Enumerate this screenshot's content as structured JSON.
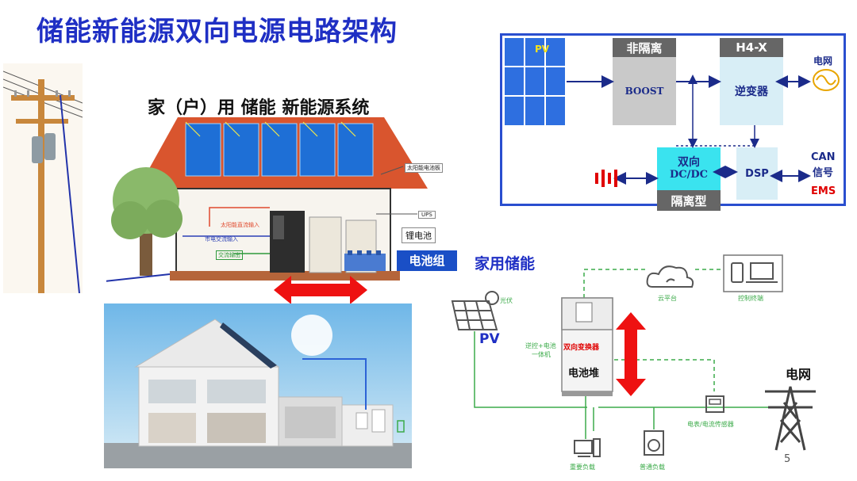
{
  "title": "储能新能源双向电源电路架构",
  "house": {
    "heading": "家（户）用 储能 新能源系统",
    "solar_panel_label": "太阳能电池板",
    "ups_label": "UPS",
    "solar_dc_label": "太阳能直流输入",
    "grid_ac_label": "市电交流输入",
    "ac_output_label": "交流输出",
    "lithium_label": "锂电池",
    "battery_pack_label": "电池组"
  },
  "architecture": {
    "pv_label": "PV",
    "non_isolated_label": "非隔离",
    "boost_label": "BOOST",
    "h4x_label": "H4-X",
    "inverter_label": "逆变器",
    "grid_label": "电网",
    "bidir_label_line1": "双向",
    "bidir_label_line2": "DC/DC",
    "isolated_label": "隔离型",
    "dsp_label": "DSP",
    "can_label": "CAN",
    "signal_label": "信号",
    "ems_label": "EMS"
  },
  "home_storage": {
    "title": "家用储能",
    "pv_small": "光伏",
    "pv_big": "PV",
    "cloud_label": "云平台",
    "terminal_label": "控制终端",
    "inverter_combo_line1": "逆控+电池",
    "inverter_combo_line2": "一体机",
    "converter_label": "双向变换器",
    "battery_stack_label": "电池堆",
    "grid_label": "电网",
    "meter_label": "电表/电流传感器",
    "critical_load_label": "重要负载",
    "normal_load_label": "普通负载"
  },
  "page_number": "5",
  "colors": {
    "title": "#1f2fc4",
    "arch_border": "#2a4ecf",
    "pv_panel": "#2e6fe0",
    "boost_fill": "#c9c9c9",
    "inverter_fill": "#d8eef6",
    "bidir_fill": "#3ae3ef",
    "dark_tag": "#666666",
    "arrow_blue": "#1b2b8a",
    "ems_red": "#e00000",
    "green_line": "#3cab4a",
    "battery_tag_bg": "#1a4fc6",
    "red_arrow": "#ee1111"
  }
}
